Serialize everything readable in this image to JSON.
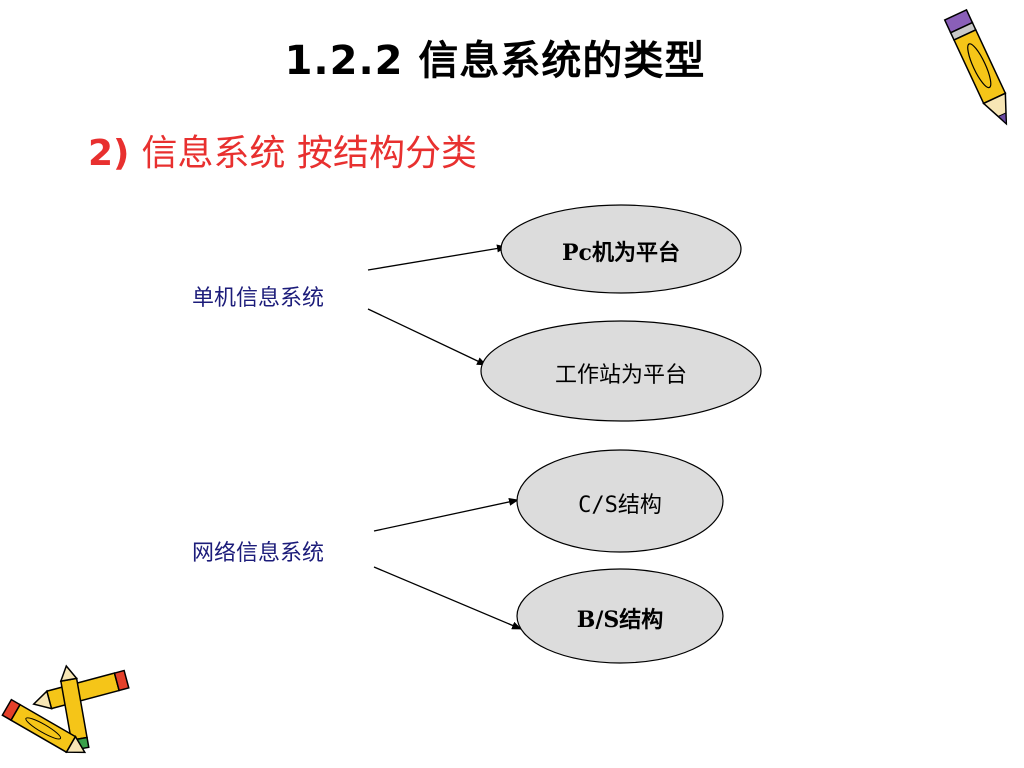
{
  "title": "1.2.2 信息系统的类型",
  "subtitle": {
    "number": "2)",
    "text": "信息系统 按结构分类"
  },
  "groups": [
    {
      "label": "单机信息系统",
      "children": [
        "Pc机为平台",
        "工作站为平台"
      ]
    },
    {
      "label": "网络信息系统",
      "children": [
        "C/S结构",
        "B/S结构"
      ]
    }
  ],
  "colors": {
    "title": "#000000",
    "subtitle": "#e8302f",
    "group_label": "#1c1c7a",
    "node_fill": "#dcdcdc",
    "pencil": "#f5c518"
  },
  "icons": [
    "pencil-icon",
    "pencils-icon"
  ]
}
